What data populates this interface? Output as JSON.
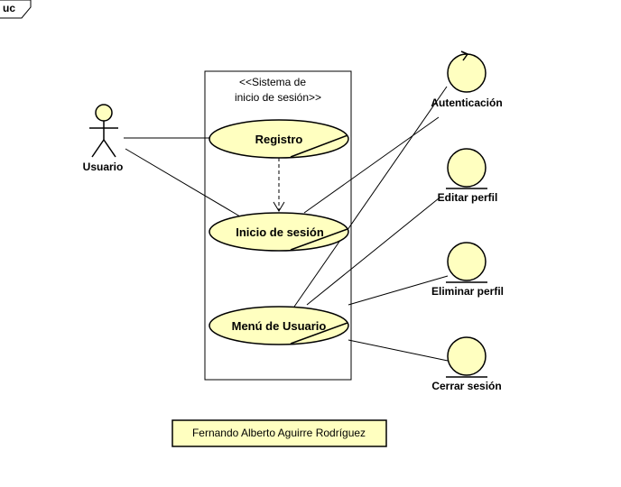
{
  "frame": {
    "tag": "uc"
  },
  "system": {
    "line1": "<<Sistema de",
    "line2": "inicio de sesión>>"
  },
  "actor": {
    "name": "Usuario"
  },
  "use_cases": {
    "registro": "Registro",
    "inicio": "Inicio de sesión",
    "menu": "Menú de Usuario"
  },
  "controls": {
    "autenticacion": "Autenticación",
    "editar": "Editar perfil",
    "eliminar": "Eliminar perfil",
    "cerrar": "Cerrar sesión"
  },
  "author": "Fernando Alberto Aguirre Rodríguez",
  "colors": {
    "fill": "#ffffc0",
    "stroke": "#000000",
    "background": "#ffffff"
  }
}
